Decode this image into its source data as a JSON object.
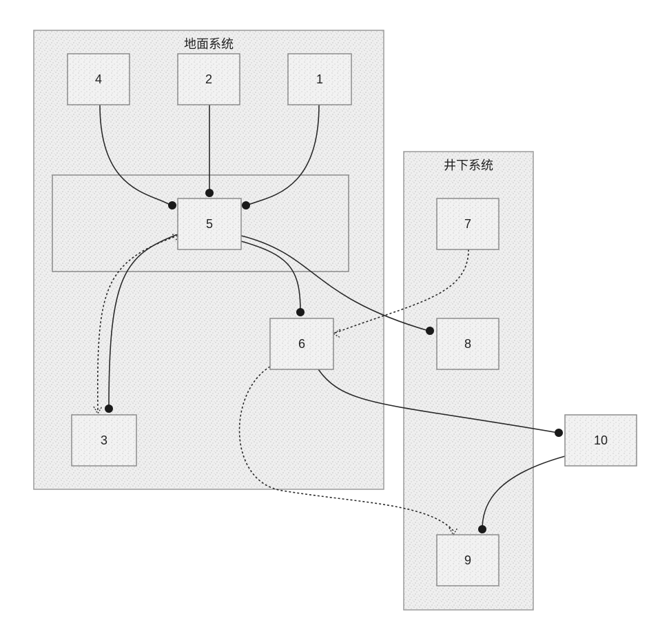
{
  "groups": {
    "surface": {
      "label": "地面系统"
    },
    "underground": {
      "label": "井下系统"
    }
  },
  "nodes": {
    "n1": {
      "label": "1"
    },
    "n2": {
      "label": "2"
    },
    "n3": {
      "label": "3"
    },
    "n4": {
      "label": "4"
    },
    "n5": {
      "label": "5"
    },
    "n6": {
      "label": "6"
    },
    "n7": {
      "label": "7"
    },
    "n8": {
      "label": "8"
    },
    "n9": {
      "label": "9"
    },
    "n10": {
      "label": "10"
    }
  },
  "colors": {
    "line": "#2a2a2a",
    "border": "#8c8c8c",
    "fill": "#e6e6e6"
  }
}
